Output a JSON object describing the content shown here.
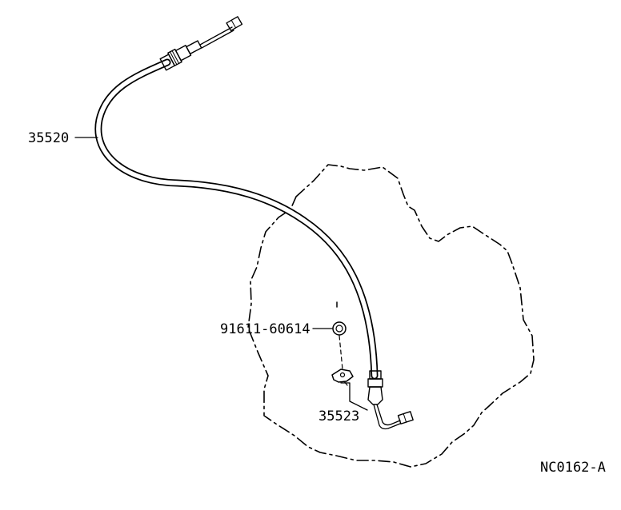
{
  "diagram": {
    "drawing_code": "NC0162-A",
    "parts": [
      {
        "part_number": "35520"
      },
      {
        "part_number": "91611-60614"
      },
      {
        "part_number": "35523"
      }
    ],
    "colors": {
      "ink": "#000000",
      "background": "#ffffff"
    }
  }
}
